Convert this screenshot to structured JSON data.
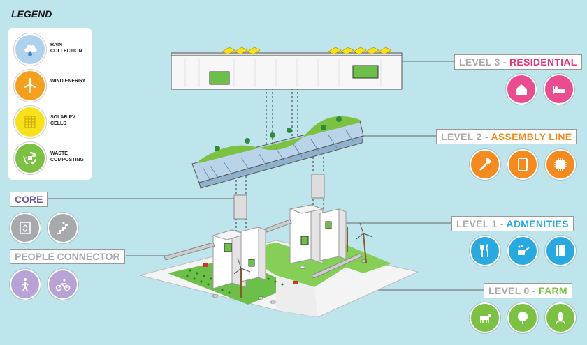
{
  "legend": {
    "title": "LEGEND",
    "items": [
      {
        "label": "RAIN COLLECTION",
        "icon": "rain-collection-icon",
        "color": "#aed1ee"
      },
      {
        "label": "WIND ENERGY",
        "icon": "wind-turbine-icon",
        "color": "#f5a01d"
      },
      {
        "label": "SOLAR PV CELLS",
        "icon": "solar-panel-icon",
        "color": "#f7e21a"
      },
      {
        "label": "WASTE COMPOSTING",
        "icon": "recycle-icon",
        "color": "#7cc242"
      }
    ]
  },
  "levels": {
    "level3": {
      "prefix": "LEVEL 3 - ",
      "name": "RESIDENTIAL",
      "color": "#e6337c",
      "icons": [
        "house-icon",
        "bed-icon"
      ]
    },
    "level2": {
      "prefix": "LEVEL 2 - ",
      "name": "ASSEMBLY LINE",
      "color": "#f58a1f",
      "icons": [
        "hammer-icon",
        "tablet-icon",
        "chip-icon"
      ]
    },
    "level1": {
      "prefix": "LEVEL 1 - ",
      "name": "ADMENITIES",
      "color": "#27a9e1",
      "icons": [
        "fork-knife-icon",
        "watering-can-icon",
        "book-icon"
      ]
    },
    "level0": {
      "prefix": "LEVEL 0 - ",
      "name": "FARM",
      "color": "#7cc242",
      "icons": [
        "cow-icon",
        "tree-icon",
        "corn-icon"
      ]
    }
  },
  "side": {
    "core": {
      "label": "CORE",
      "color": "#6a5a9e",
      "icon_bg": "#a7a9ac",
      "icons": [
        "elevator-icon",
        "stairs-icon"
      ]
    },
    "connector": {
      "label": "PEOPLE CONNECTOR",
      "color": "#a7a9ac",
      "icon_bg": "#b8a3d6",
      "icons": [
        "walking-person-icon",
        "cyclist-icon"
      ]
    }
  }
}
